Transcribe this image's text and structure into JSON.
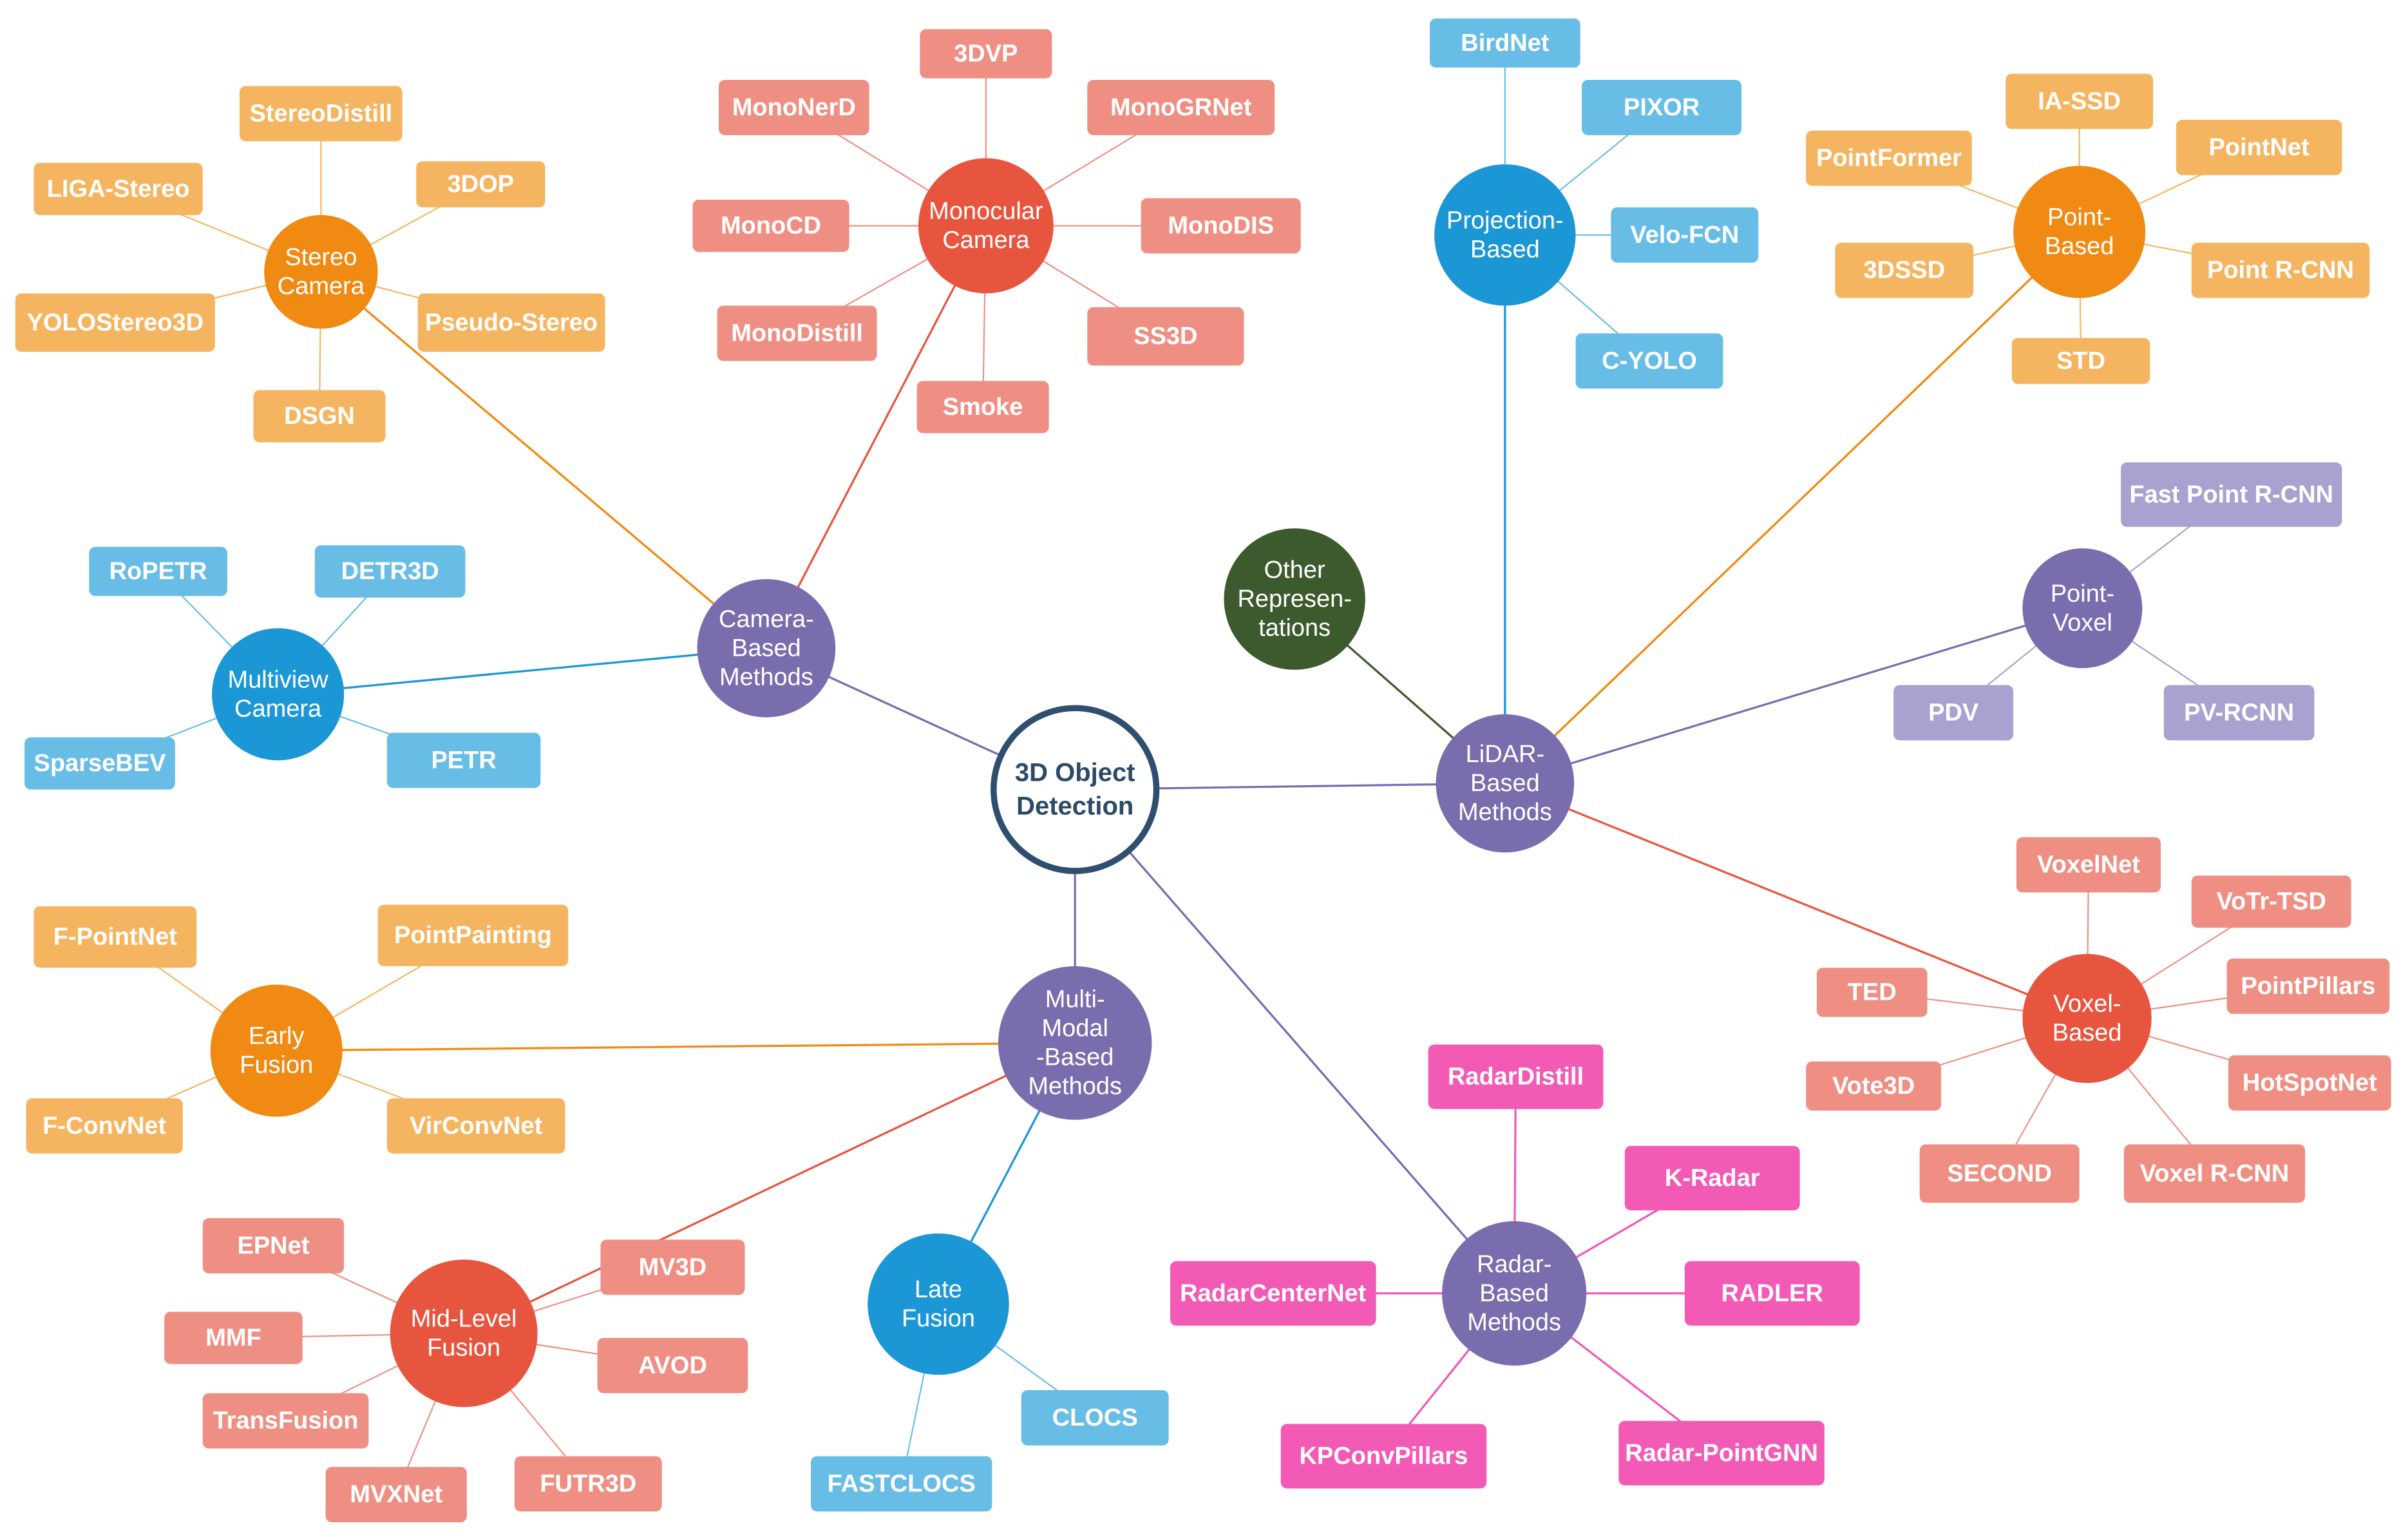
{
  "colors": {
    "orange_hub": "#F08A12",
    "orange_leaf": "#F5B560",
    "blue_hub": "#1C97D6",
    "blue_leaf": "#67BDE6",
    "red_hub": "#E8553F",
    "red_leaf": "#EF8F83",
    "purple_hub": "#7A6DAE",
    "purple_leaf": "#A9A1CF",
    "magenta": "#F25AB6",
    "dark_green": "#3D5A2E",
    "root_stroke": "#2F4F6F"
  },
  "root": {
    "label": [
      "3D Object",
      "Detection"
    ]
  },
  "level1": [
    {
      "id": "camera",
      "label": [
        "Camera-",
        "Based",
        "Methods"
      ],
      "color": "purple_hub"
    },
    {
      "id": "lidar",
      "label": [
        "LiDAR-",
        "Based",
        "Methods"
      ],
      "color": "purple_hub"
    },
    {
      "id": "multimodal",
      "label": [
        "Multi-",
        "Modal",
        "-Based",
        "Methods"
      ],
      "color": "purple_hub"
    },
    {
      "id": "radar",
      "label": [
        "Radar-",
        "Based",
        "Methods"
      ],
      "color": "purple_hub"
    }
  ],
  "level2": [
    {
      "id": "stereo",
      "parent": "camera",
      "label": [
        "Stereo",
        "Camera"
      ],
      "color": "orange_hub",
      "leaf_color": "orange_leaf",
      "leaves": [
        "StereoDistill",
        "3DOP",
        "LIGA-Stereo",
        "YOLOStereo3D",
        "Pseudo-Stereo",
        "DSGN"
      ]
    },
    {
      "id": "monocular",
      "parent": "camera",
      "label": [
        "Monocular",
        "Camera"
      ],
      "color": "red_hub",
      "leaf_color": "red_leaf",
      "leaves": [
        "3DVP",
        "MonoNerD",
        "MonoGRNet",
        "MonoCD",
        "MonoDIS",
        "MonoDistill",
        "SS3D",
        "Smoke"
      ]
    },
    {
      "id": "multiview",
      "parent": "camera",
      "label": [
        "Multiview",
        "Camera"
      ],
      "color": "blue_hub",
      "leaf_color": "blue_leaf",
      "leaves": [
        "RoPETR",
        "DETR3D",
        "SparseBEV",
        "PETR"
      ]
    },
    {
      "id": "projection",
      "parent": "lidar",
      "label": [
        "Projection-",
        "Based"
      ],
      "color": "blue_hub",
      "leaf_color": "blue_leaf",
      "leaves": [
        "BirdNet",
        "PIXOR",
        "Velo-FCN",
        "C-YOLO"
      ]
    },
    {
      "id": "point",
      "parent": "lidar",
      "label": [
        "Point-",
        "Based"
      ],
      "color": "orange_hub",
      "leaf_color": "orange_leaf",
      "leaves": [
        "IA-SSD",
        "PointFormer",
        "PointNet",
        "3DSSD",
        "Point R-CNN",
        "STD"
      ]
    },
    {
      "id": "pointvoxel",
      "parent": "lidar",
      "label": [
        "Point-",
        "Voxel"
      ],
      "color": "purple_hub",
      "leaf_color": "purple_leaf",
      "leaves": [
        "Fast Point R-CNN",
        "PDV",
        "PV-RCNN"
      ]
    },
    {
      "id": "other",
      "parent": "lidar",
      "label": [
        "Other",
        "Represen-",
        "tations"
      ],
      "color": "dark_green",
      "leaf_color": "dark_green",
      "leaves": []
    },
    {
      "id": "voxel",
      "parent": "lidar",
      "label": [
        "Voxel-",
        "Based"
      ],
      "color": "red_hub",
      "leaf_color": "red_leaf",
      "leaves": [
        "VoxelNet",
        "VoTr-TSD",
        "TED",
        "PointPillars",
        "Vote3D",
        "HotSpotNet",
        "SECOND",
        "Voxel R-CNN"
      ]
    },
    {
      "id": "early",
      "parent": "multimodal",
      "label": [
        "Early",
        "Fusion"
      ],
      "color": "orange_hub",
      "leaf_color": "orange_leaf",
      "leaves": [
        "F-PointNet",
        "PointPainting",
        "F-ConvNet",
        "VirConvNet"
      ]
    },
    {
      "id": "midlevel",
      "parent": "multimodal",
      "label": [
        "Mid-Level",
        "Fusion"
      ],
      "color": "red_hub",
      "leaf_color": "red_leaf",
      "leaves": [
        "EPNet",
        "MV3D",
        "MMF",
        "AVOD",
        "TransFusion",
        "FUTR3D",
        "MVXNet"
      ]
    },
    {
      "id": "late",
      "parent": "multimodal",
      "label": [
        "Late",
        "Fusion"
      ],
      "color": "blue_hub",
      "leaf_color": "blue_leaf",
      "leaves": [
        "CLOCS",
        "FASTCLOCS"
      ]
    },
    {
      "id": "radarleaves",
      "parent": "radar",
      "label": [],
      "color": "magenta",
      "leaf_color": "magenta",
      "leaves": [
        "RadarDistill",
        "K-Radar",
        "RadarCenterNet",
        "RADLER",
        "KPConvPillars",
        "Radar-PointGNN"
      ]
    }
  ]
}
